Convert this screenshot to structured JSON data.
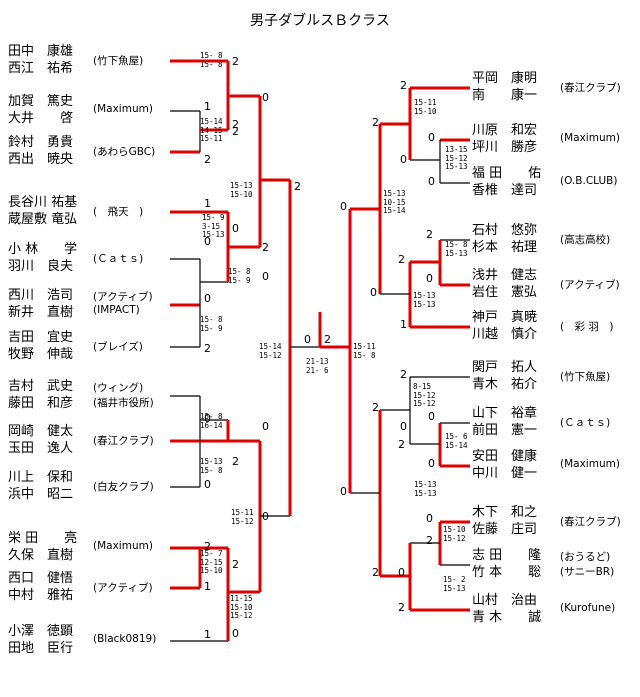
{
  "title": "男子ダブルスＢクラス",
  "left_entries": [
    {
      "p1": "田中　康雄",
      "p2": "西江　祐希",
      "club": "(竹下魚屋)"
    },
    {
      "p1": "加賀　篤史",
      "p2": "大井　　啓",
      "club": "(Maximum)"
    },
    {
      "p1": "鈴村　勇貴",
      "p2": "西出　暁央",
      "club": "(あわらGBC)"
    },
    {
      "p1": "長谷川 祐基",
      "p2": "蔵屋敷 竜弘",
      "club": "(　飛天　)"
    },
    {
      "p1": "小 林　　学",
      "p2": "羽川　良夫",
      "club": "(Ｃａｔｓ)"
    },
    {
      "p1": "西川　浩司",
      "p2": "新井　直樹",
      "club": "(アクティブ)\n(IMPACT)"
    },
    {
      "p1": "吉田　宜史",
      "p2": "牧野　伸哉",
      "club": "(ブレイズ)"
    },
    {
      "p1": "吉村　武史",
      "p2": "藤田　和彦",
      "club": "(ウィング)\n(福井市役所)"
    },
    {
      "p1": "岡崎　健太",
      "p2": "玉田　逸人",
      "club": "(春江クラブ)"
    },
    {
      "p1": "川上　保和",
      "p2": "浜中　昭二",
      "club": "(白友クラブ)"
    },
    {
      "p1": "栄 田　　亮",
      "p2": "久保　直樹",
      "club": "(Maximum)"
    },
    {
      "p1": "西口　健悟",
      "p2": "中村　雅祐",
      "club": "(アクティブ)"
    },
    {
      "p1": "小澤　徳顕",
      "p2": "田地　臣行",
      "club": "(Black0819)"
    }
  ],
  "right_entries": [
    {
      "p1": "平岡　康明",
      "p2": "南　　康一",
      "club": "(春江クラブ)"
    },
    {
      "p1": "川原　和宏",
      "p2": "坪川　勝彦",
      "club": "(Maximum)"
    },
    {
      "p1": "福 田　　佑",
      "p2": "香椎　達司",
      "club": "(O.B.CLUB)"
    },
    {
      "p1": "石村　悠弥",
      "p2": "杉本　祐理",
      "club": "(高志高校)"
    },
    {
      "p1": "浅井　健志",
      "p2": "岩住　憲弘",
      "club": "(アクティブ)"
    },
    {
      "p1": "神戸　真暁",
      "p2": "川越　慎介",
      "club": "(　彩 羽　)"
    },
    {
      "p1": "関戸　拓人",
      "p2": "青木　祐介",
      "club": "(竹下魚屋)"
    },
    {
      "p1": "山下　裕章",
      "p2": "前田　憲一",
      "club": "(Ｃａｔｓ)"
    },
    {
      "p1": "安田　健康",
      "p2": "中川　健一",
      "club": "(Maximum)"
    },
    {
      "p1": "木下　和之",
      "p2": "佐藤　庄司",
      "club": "(春江クラブ)"
    },
    {
      "p1": "志 田　　隆",
      "p2": "竹 本　　聡",
      "club": "(おうるど)\n(サニーBR)"
    },
    {
      "p1": "山村　治由",
      "p2": "青 木　　誠",
      "club": "(Kurofune)"
    }
  ],
  "scores": [
    "15- 8\n15- 8",
    "15-14\n14-15\n15-11",
    "15-13\n15-10",
    "15- 9\n3-15\n15-13",
    "15- 8\n15- 9",
    "15- 8\n15- 9",
    "15-14\n15-12",
    "15- 8\n16-14",
    "15-13\n15- 8",
    "15-11\n15-12",
    "15- 7\n12-15\n15-10",
    "11-15\n15-10\n15-12",
    "21-13\n21- 6",
    "15-11\n15- 8",
    "15-11\n15-10",
    "13-15\n15-12\n15-13",
    "15-13\n10-15\n15-14",
    "15- 8\n15-13",
    "15-13\n15-13",
    "8-15\n15-12\n15-12",
    "15- 6\n15-14",
    "15-13\n15-13",
    "15-10\n15-12",
    "15- 2\n15-13"
  ],
  "results": [
    "2",
    "2",
    "1",
    "0",
    "2",
    "2",
    "2",
    "1",
    "0",
    "0",
    "2",
    "0",
    "0",
    "2",
    "0",
    "2",
    "0",
    "0",
    "2",
    "0",
    "0",
    "2",
    "2",
    "1",
    "0",
    "1",
    "2",
    "0",
    "0",
    "0",
    "2",
    "0",
    "2",
    "0",
    "2",
    "1",
    "0",
    "2",
    "0",
    "2",
    "0",
    "2",
    "0",
    "2",
    "0",
    "2",
    "0",
    "2",
    "0",
    "0",
    "2",
    "0",
    "2",
    "2",
    "1"
  ],
  "colors": {
    "win": "#e00000",
    "line": "#000000"
  }
}
